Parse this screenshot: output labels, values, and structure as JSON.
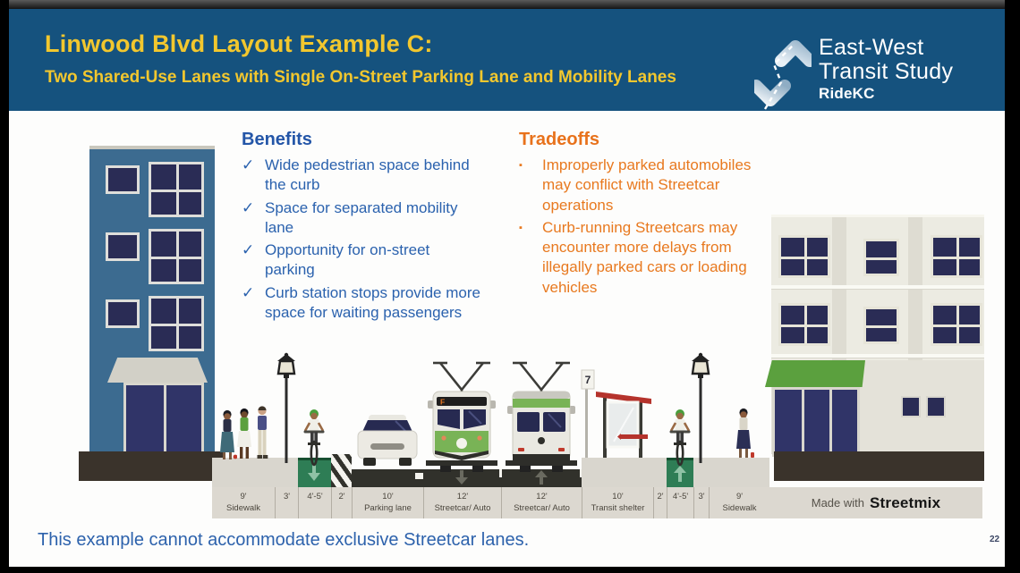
{
  "header": {
    "title": "Linwood Blvd Layout Example C:",
    "subtitle": "Two Shared-Use Lanes with Single On-Street Parking Lane and Mobility Lanes",
    "logo": {
      "line1": "East-West",
      "line2": "Transit Study",
      "brand": "RideKC"
    }
  },
  "benefits": {
    "heading": "Benefits",
    "bullet": "✓",
    "items": [
      "Wide pedestrian space behind the curb",
      "Space for separated mobility lane",
      "Opportunity for on-street parking",
      "Curb station stops provide more space for waiting passengers"
    ]
  },
  "tradeoffs": {
    "heading": "Tradeoffs",
    "bullet": "▪",
    "items": [
      "Improperly parked automobiles may conflict with Streetcar operations",
      "Curb-running Streetcars may encounter more delays from illegally parked cars or loading vehicles"
    ]
  },
  "diagram": {
    "segments": [
      {
        "size": "9'",
        "name": "Sidewalk"
      },
      {
        "size": "3'",
        "name": ""
      },
      {
        "size": "4'-5'",
        "name": ""
      },
      {
        "size": "2'",
        "name": ""
      },
      {
        "size": "10'",
        "name": "Parking lane"
      },
      {
        "size": "12'",
        "name": "Streetcar/ Auto"
      },
      {
        "size": "12'",
        "name": "Streetcar/ Auto"
      },
      {
        "size": "10'",
        "name": "Transit shelter"
      },
      {
        "size": "2'",
        "name": ""
      },
      {
        "size": "4'-5'",
        "name": ""
      },
      {
        "size": "3'",
        "name": ""
      },
      {
        "size": "9'",
        "name": "Sidewalk"
      }
    ],
    "shelter_sign": "7",
    "streetcar_badge": "F",
    "credit_prefix": "Made with",
    "credit_brand": "Streetmix"
  },
  "footer": {
    "note": "This example cannot accommodate exclusive Streetcar lanes.",
    "page_number": "22"
  },
  "colors": {
    "header_bg": "#15527e",
    "title_yellow": "#f2c72e",
    "benefits_blue": "#2b62ae",
    "tradeoffs_orange": "#e8791f",
    "building_left_blue": "#3c6b90",
    "building_right_cream": "#ecebe2",
    "window_navy": "#2a2c55",
    "mobility_green": "#2e7d55",
    "asphalt": "#31312b",
    "sidewalk_gray": "#d9d6ce",
    "ruler_tan": "#dcd8d0",
    "streetcar_green": "#79b356",
    "shelter_roof_red": "#b5332c"
  }
}
